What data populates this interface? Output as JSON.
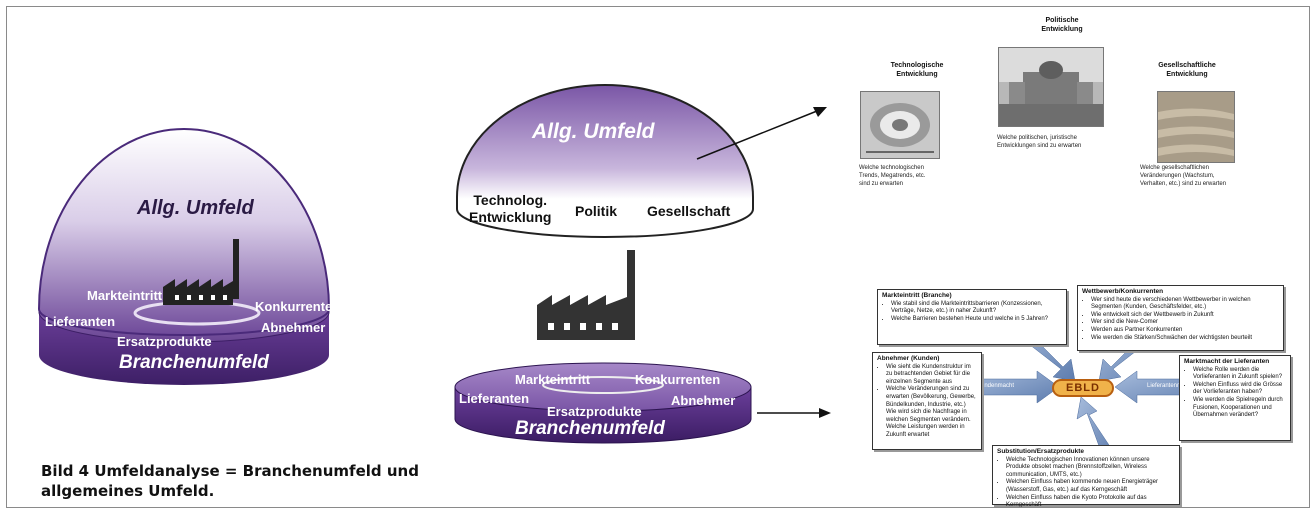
{
  "left_diagram": {
    "dome_label": "Allg. Umfeld",
    "ring_labels": {
      "markteintritt": "Markteintritt",
      "konkurrenten": "Konkurrenten",
      "lieferanten": "Lieferanten",
      "abnehmer": "Abnehmer",
      "ersatzprodukte": "Ersatzprodukte"
    },
    "base_label": "Branchenumfeld"
  },
  "center_dome": {
    "title": "Allg. Umfeld",
    "item1": "Technolog.\nEntwicklung",
    "item2": "Politik",
    "item3": "Gesellschaft"
  },
  "center_disk": {
    "markteintritt": "Markteintritt",
    "konkurrenten": "Konkurrenten",
    "lieferanten": "Lieferanten",
    "abnehmer": "Abnehmer",
    "ersatzprodukte": "Ersatzprodukte",
    "base_label": "Branchenumfeld"
  },
  "environment": {
    "tech_title": "Technologische\nEntwicklung",
    "pol_title": "Politische\nEntwicklung",
    "ges_title": "Gesellschaftliche\nEntwicklung",
    "tech_text": "Welche technologischen\nTrends, Megatrends, etc.\nsind zu erwarten",
    "pol_text": "Welche politischen, juristische\nEntwicklungen sind zu erwarten",
    "ges_text": "Welche gesellschaftlichen\nVeränderungen (Wachstum,\nVerhalten, etc.) sind zu erwarten"
  },
  "porter": {
    "center_logo": "EBLD",
    "arrow_left": "Kundenmacht",
    "arrow_right": "Lieferantenmacht",
    "boxes": {
      "markteintritt": {
        "title": "Markteintritt (Branche)",
        "items": [
          "Wie stabil sind die Markteintrittsbarrieren (Konzessionen, Verträge, Netze, etc.) in naher Zukunft?",
          "Welche Barrieren bestehen Heute und welche in 5 Jahren?"
        ]
      },
      "wettbewerb": {
        "title": "Wettbewerb/Konkurrenten",
        "items": [
          "Wer sind heute die verschiedenen Wettbewerber in welchen Segmenten (Kunden, Geschäftsfelder, etc.)",
          "Wie entwickelt sich der Wettbewerb in Zukunft",
          "Wer sind die New-Comer",
          "Werden aus Partner Konkurrenten",
          "Wie werden die Stärken/Schwächen der wichtigsten beurteilt"
        ]
      },
      "abnehmer": {
        "title": "Abnehmer (Kunden)",
        "items": [
          "Wie sieht die Kundenstruktur im zu betrachtenden Gebiet für die einzelnen Segmente aus",
          "Welche Veränderungen sind zu erwarten (Bevölkerung, Gewerbe, Bündelkunden, Industrie, etc.) Wie wird sich die Nachfrage in welchen Segmenten verändern. Welche Leistungen werden in Zukunft erwartet"
        ]
      },
      "lieferanten": {
        "title": "Marktmacht der Lieferanten",
        "items": [
          "Welche Rolle werden die Vorlieferanten in Zukunft spielen?",
          "Welchen Einfluss wird die Grösse der Vorlieferanten haben?",
          "Wie werden die Spielregeln durch Fusionen, Kooperationen und Übernahmen verändert?"
        ]
      },
      "substitution": {
        "title": "Substitution/Ersatzprodukte",
        "items": [
          "Welche Technologischen Innovationen können unsere Produkte obsolet machen (Brennstoffzellen, Wireless communication, UMTS, etc.)",
          "Welchen Einfluss haben kommende neuen Energieträger (Wasserstoff, Gas, etc.) auf das Kerngeschäft",
          "Welchen Einfluss haben die Kyoto Protokolle auf das Kerngeschäft"
        ]
      }
    }
  },
  "caption": "Bild 4  Umfeldanalyse = Branchenumfeld und\nallgemeines Umfeld.",
  "colors": {
    "purple_dark": "#4a2a7a",
    "purple_mid": "#8a63b4",
    "arrow_blue": "#7e9ac4",
    "logo_orange": "#e39a2a"
  }
}
